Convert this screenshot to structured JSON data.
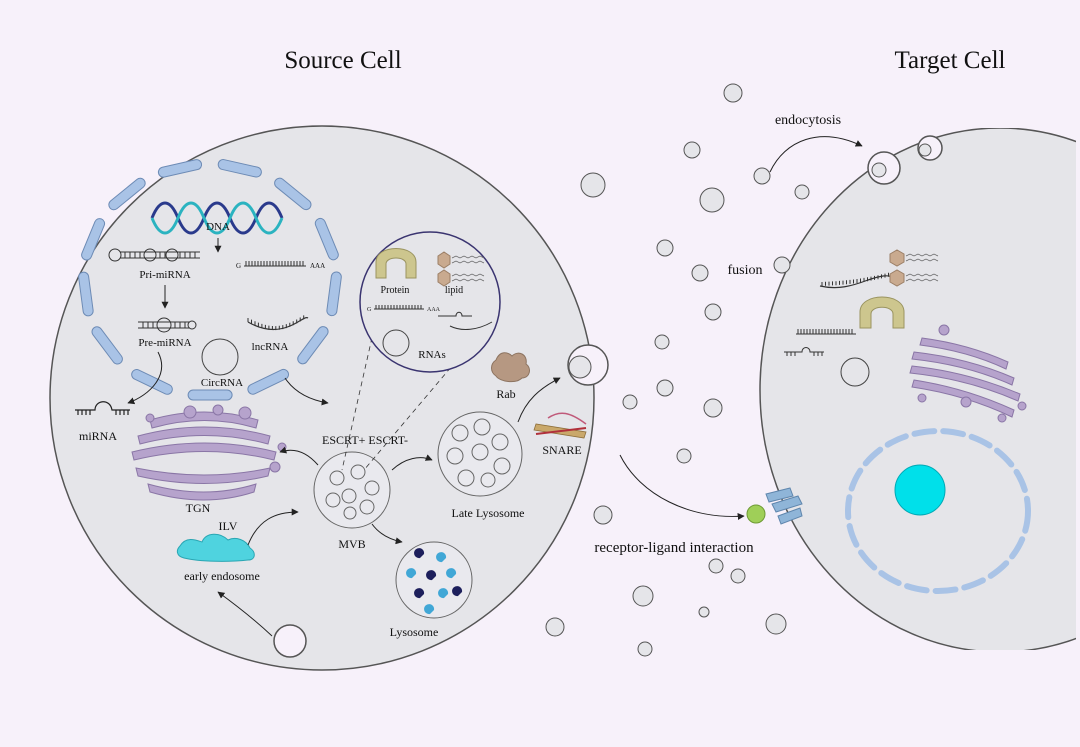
{
  "titles": {
    "source": "Source Cell",
    "target": "Target Cell"
  },
  "labels": {
    "dna": "DNA",
    "pri_mirna": "Pri-miRNA",
    "pre_mirna": "Pre-miRNA",
    "mirna": "miRNA",
    "circrna": "CircRNA",
    "lncrna": "lncRNA",
    "mrna_g": "G",
    "mrna_aaa": "AAA",
    "tgn": "TGN",
    "ilv": "ILV",
    "early_endosome": "early endosome",
    "escrt": "ESCRT+ ESCRT-",
    "mvb": "MVB",
    "lysosome": "Lysosome",
    "late_lysosome": "Late Lysosome",
    "rab": "Rab",
    "snare": "SNARE",
    "protein": "Protein",
    "lipid": "lipid",
    "rnas": "RNAs",
    "inset_g": "G",
    "inset_aaa": "AAA",
    "endocytosis": "endocytosis",
    "fusion": "fusion",
    "receptor_ligand": "receptor-ligand interaction"
  },
  "colors": {
    "background": "#f7f1fa",
    "cell_fill": "#e5e5e9",
    "nucleus_dash": "#a9c3e6",
    "golgi": "#b6a3cc",
    "protein": "#cdc68e",
    "lipid": "#c9aa8f",
    "nucleolus": "#00e0ea",
    "ilv": "#4fd3df",
    "rab": "#b69882",
    "receptor": "#8fb5d8",
    "ligand": "#9fcf58",
    "lysosome_dark": "#1d1f5c",
    "lysosome_light": "#41a7d6",
    "inset_border": "#3a3470"
  }
}
